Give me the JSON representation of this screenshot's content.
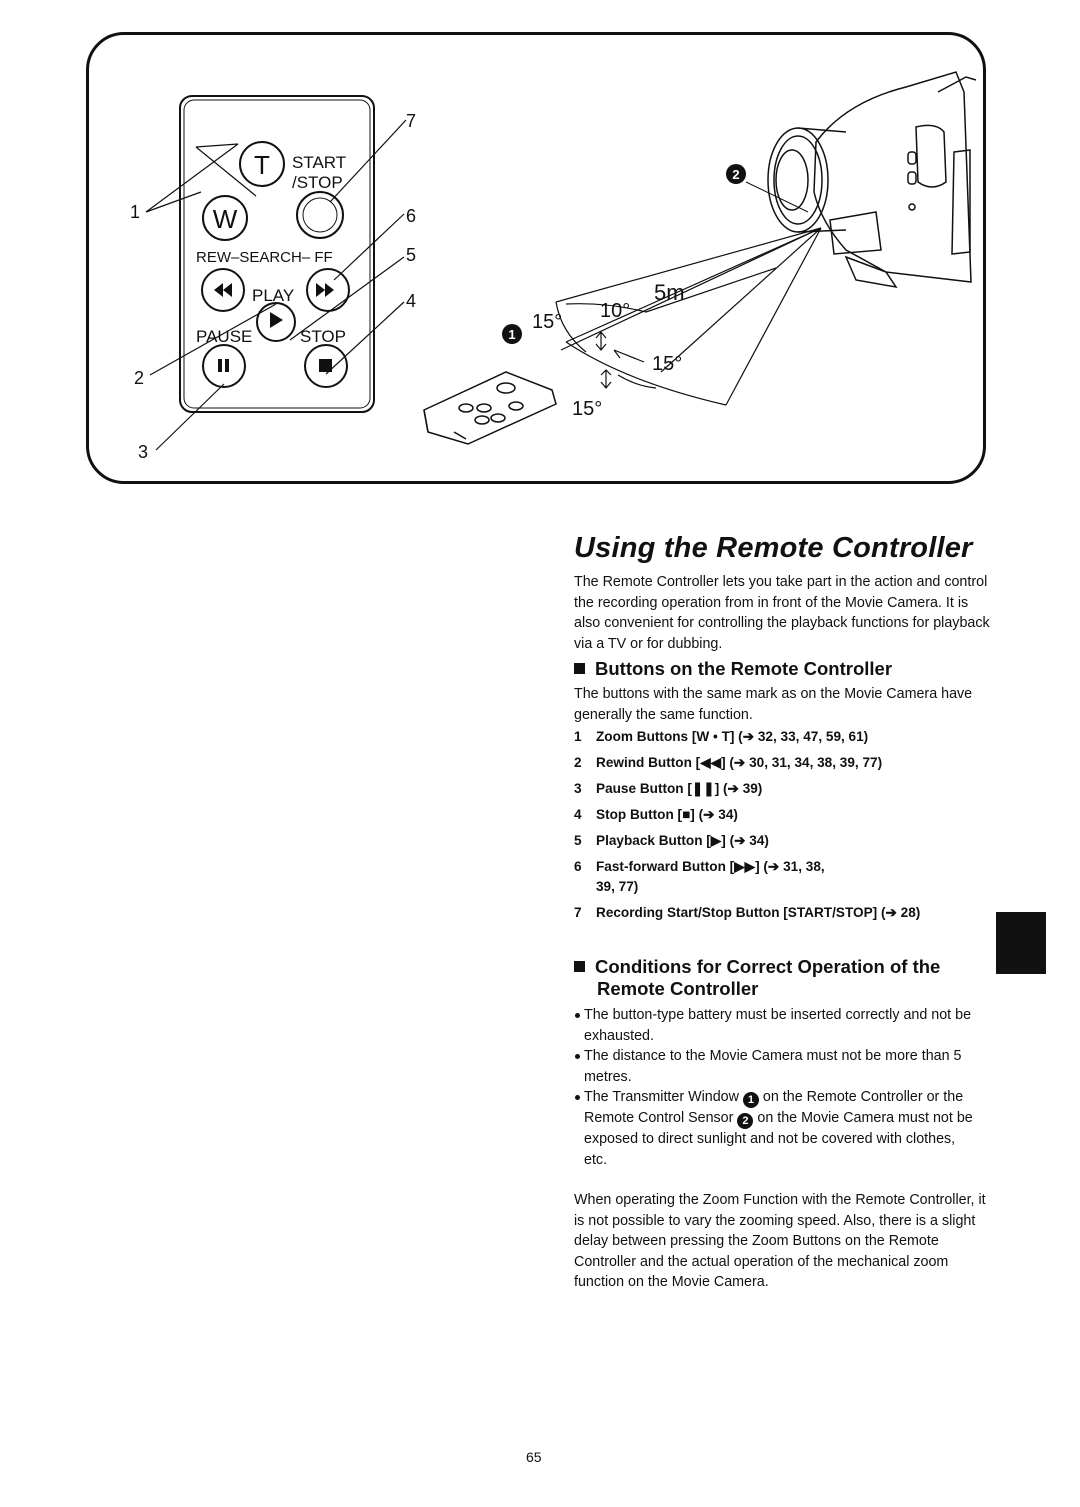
{
  "figure": {
    "remote": {
      "t_label": "T",
      "w_label": "W",
      "start_label": "START",
      "stop_slash_label": "/STOP",
      "rew_search_ff_label": "REW–SEARCH– FF",
      "play_label": "PLAY",
      "pause_label": "PAUSE",
      "stop_label": "STOP"
    },
    "callouts": [
      "1",
      "2",
      "3",
      "4",
      "5",
      "6",
      "7"
    ],
    "range": {
      "distance": "5m",
      "angle_left": "15°",
      "angle_up": "10°",
      "angle_right": "15°",
      "angle_down": "15°"
    },
    "markers": [
      "1",
      "2"
    ]
  },
  "section_title": "Using the Remote Controller",
  "intro": "The Remote Controller lets you take part in the action and control the recording operation from in front of the Movie Camera. It is also convenient for controlling the playback functions for playback via a TV or for dubbing.",
  "buttons_section": {
    "heading": "Buttons on the Remote Controller",
    "description": "The buttons with the same mark as on the Movie Camera have generally the same function.",
    "items": [
      {
        "num": "1",
        "text": "Zoom Buttons [W • T] (➔ 32, 33, 47, 59, 61)"
      },
      {
        "num": "2",
        "text": "Rewind Button [◀◀] (➔ 30, 31, 34, 38, 39, 77)"
      },
      {
        "num": "3",
        "text": "Pause Button [❚❚] (➔ 39)"
      },
      {
        "num": "4",
        "text": "Stop Button [■] (➔ 34)"
      },
      {
        "num": "5",
        "text": "Playback Button [▶] (➔ 34)"
      },
      {
        "num": "6",
        "text": "Fast-forward Button [▶▶] (➔ 31, 38, 39, 77)"
      },
      {
        "num": "7",
        "text": "Recording Start/Stop Button [START/STOP] (➔ 28)"
      }
    ]
  },
  "conditions_section": {
    "heading_line1": "Conditions for Correct Operation of the",
    "heading_line2": "Remote Controller",
    "bullet1": "The button-type battery must be inserted correctly and not be exhausted.",
    "bullet2": "The distance to the Movie Camera must not be more than 5 metres.",
    "bullet3_part1": "The Transmitter Window",
    "bullet3_badge1": "1",
    "bullet3_part2": "on the Remote Controller or the Remote Control Sensor",
    "bullet3_badge2": "2",
    "bullet3_part3": "on the Movie Camera must not be exposed to direct sunlight and not be covered with clothes, etc."
  },
  "zoom_note": "When operating the Zoom Function with the Remote Controller, it is not possible to vary the zooming speed. Also, there is a slight delay between pressing the Zoom Buttons on the Remote Controller and the actual operation of the mechanical zoom function on the Movie Camera.",
  "page_number": "65"
}
